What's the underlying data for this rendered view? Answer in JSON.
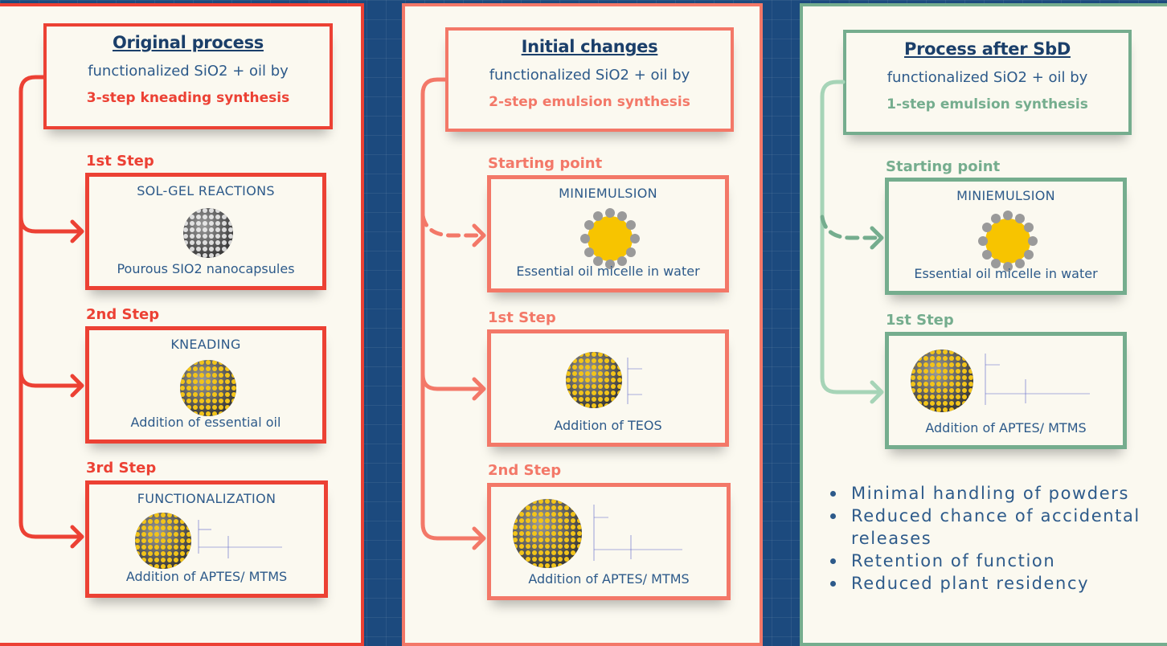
{
  "panels": [
    {
      "title": "Original process",
      "subtitle": "functionalized SiO2 + oil by",
      "method": "3-step kneading synthesis",
      "steps": [
        {
          "label": "1st Step",
          "name": "SOL-GEL REACTIONS",
          "caption": "Pourous SIO2 nanocapsules"
        },
        {
          "label": "2nd Step",
          "name": "KNEADING",
          "caption": "Addition of essential oil"
        },
        {
          "label": "3rd Step",
          "name": "FUNCTIONALIZATION",
          "caption": "Addition of APTES/ MTMS"
        }
      ]
    },
    {
      "title": "Initial changes",
      "subtitle": "functionalized SiO2 + oil by",
      "method": "2-step emulsion synthesis",
      "steps": [
        {
          "label": "Starting point",
          "name": "MINIEMULSION",
          "caption": "Essential oil micelle in water"
        },
        {
          "label": "1st Step",
          "name": "",
          "caption": "Addition of TEOS"
        },
        {
          "label": "2nd Step",
          "name": "",
          "caption": "Addition of APTES/ MTMS"
        }
      ]
    },
    {
      "title": "Process after SbD",
      "subtitle": "functionalized SiO2 + oil by",
      "method": "1-step emulsion synthesis",
      "steps": [
        {
          "label": "Starting point",
          "name": "MINIEMULSION",
          "caption": "Essential oil micelle in water"
        },
        {
          "label": "1st Step",
          "name": "",
          "caption": "Addition of APTES/ MTMS"
        }
      ]
    }
  ],
  "benefits": [
    "Minimal handling of powders",
    "Reduced chance of accidental releases",
    "Retention of function",
    "Reduced plant residency"
  ],
  "colors": {
    "panel1": "#ec4134",
    "panel2": "#f37868",
    "panel3": "#75ad8e",
    "text": "#2d5a8a",
    "background": "#1c4a7e"
  }
}
